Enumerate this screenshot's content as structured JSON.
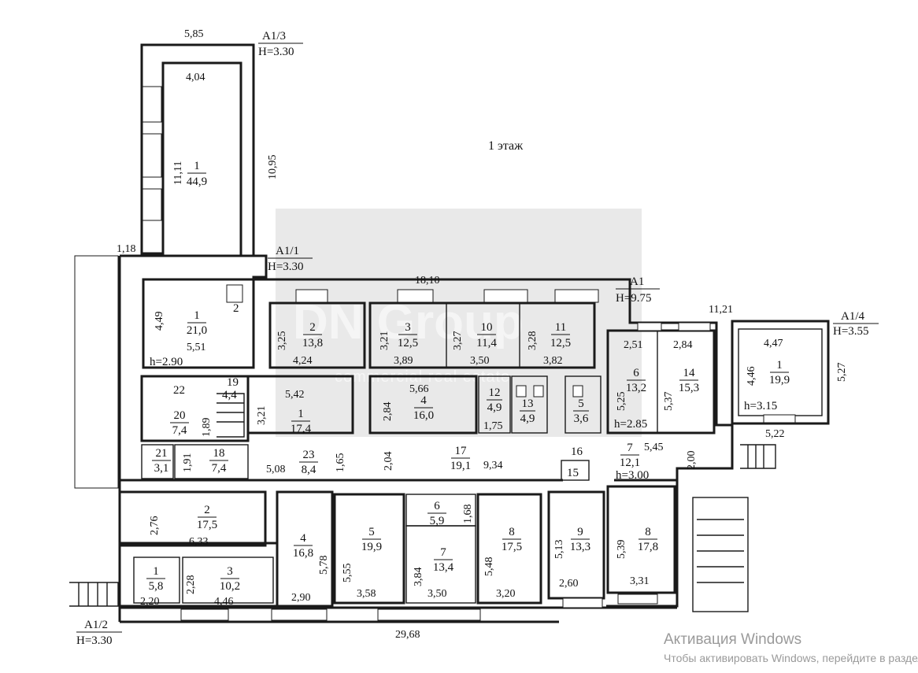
{
  "floor_label": "1 этаж",
  "watermark": {
    "logo": "DN Group",
    "sub": "commercial real estate"
  },
  "section_labels": [
    {
      "name": "A1/3",
      "h": "H=3.30"
    },
    {
      "name": "A1/1",
      "h": "H=3.30"
    },
    {
      "name": "A1",
      "h": "H=9.75"
    },
    {
      "name": "A1/4",
      "h": "H=3.55"
    },
    {
      "name": "A1/2",
      "h": "H=3.30"
    }
  ],
  "rooms": [
    {
      "num": "1",
      "area": "44,9"
    },
    {
      "num": "1",
      "area": "21,0"
    },
    {
      "num": "2",
      "area": "13,8"
    },
    {
      "num": "3",
      "area": "12,5"
    },
    {
      "num": "10",
      "area": "11,4"
    },
    {
      "num": "11",
      "area": "12,5"
    },
    {
      "num": "6",
      "area": "13,2"
    },
    {
      "num": "14",
      "area": "15,3"
    },
    {
      "num": "1",
      "area": "19,9"
    },
    {
      "num": "20",
      "area": "7,4"
    },
    {
      "num": "1",
      "area": "17,4"
    },
    {
      "num": "4",
      "area": "16,0"
    },
    {
      "num": "12",
      "area": "4,9"
    },
    {
      "num": "13",
      "area": "4,9"
    },
    {
      "num": "5",
      "area": "3,6"
    },
    {
      "num": "21",
      "area": "3,1"
    },
    {
      "num": "18",
      "area": "7,4"
    },
    {
      "num": "23",
      "area": "8,4"
    },
    {
      "num": "17",
      "area": "19,1"
    },
    {
      "num": "7",
      "area": "12,1"
    },
    {
      "num": "2",
      "area": "17,5"
    },
    {
      "num": "6",
      "area": "5,9"
    },
    {
      "num": "4",
      "area": "16,8"
    },
    {
      "num": "5",
      "area": "19,9"
    },
    {
      "num": "7",
      "area": "13,4"
    },
    {
      "num": "8",
      "area": "17,5"
    },
    {
      "num": "9",
      "area": "13,3"
    },
    {
      "num": "8",
      "area": "17,8"
    },
    {
      "num": "1",
      "area": "5,8"
    },
    {
      "num": "3",
      "area": "10,2"
    }
  ],
  "plain_labels": [
    "2",
    "22",
    "19",
    "4,4",
    "16",
    "15"
  ],
  "heights": [
    "h=2.90",
    "h=2.85",
    "h=3.15",
    "h=3.00"
  ],
  "dimensions": [
    "5,85",
    "4,04",
    "11,11",
    "10,95",
    "1,18",
    "4,49",
    "5,51",
    "18,10",
    "3,25",
    "4,24",
    "3,21",
    "3,89",
    "3,27",
    "3,50",
    "3,28",
    "3,82",
    "2,51",
    "2,84",
    "11,21",
    "5,25",
    "5,37",
    "4,47",
    "4,46",
    "5,27",
    "5,22",
    "5,42",
    "3,21",
    "1,89",
    "5,66",
    "2,84",
    "1,75",
    "5,45",
    "2,00",
    "1,91",
    "5,08",
    "1,65",
    "2,04",
    "9,34",
    "2,76",
    "6,33",
    "1,68",
    "5,78",
    "5,55",
    "3,84",
    "5,48",
    "5,13",
    "5,39",
    "2,28",
    "2,20",
    "4,46",
    "2,90",
    "3,58",
    "3,50",
    "3,20",
    "2,60",
    "3,31",
    "29,68"
  ],
  "activation": {
    "title": "Активация Windows",
    "subtitle": "Чтобы активировать Windows, перейдите в раздел Параметры."
  }
}
